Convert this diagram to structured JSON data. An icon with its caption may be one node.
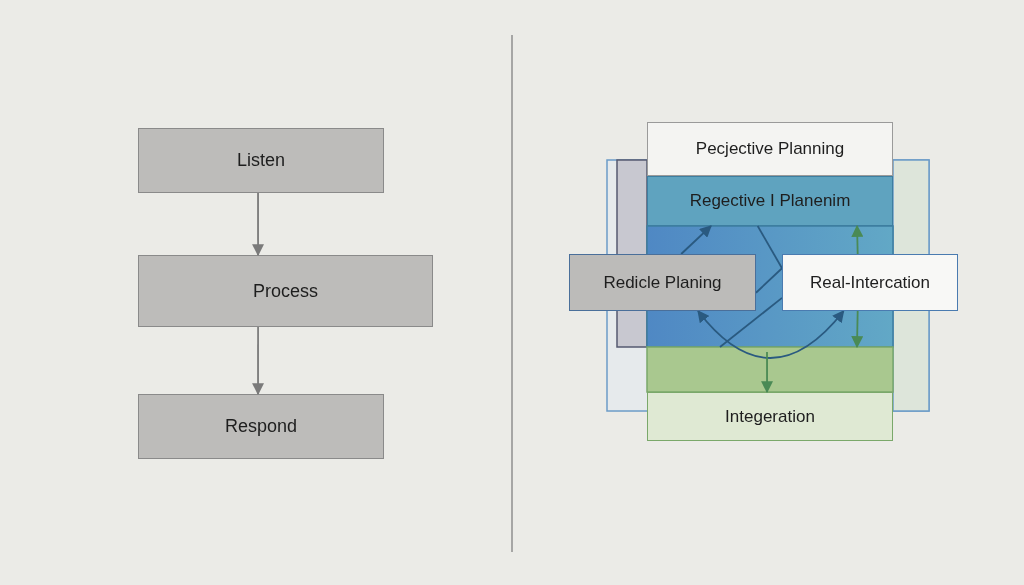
{
  "diagram": {
    "nodes": [
      {
        "text": [
          "Listen"
        ]
      },
      {
        "text": [
          "Process"
        ]
      },
      {
        "text": [
          "Respond"
        ]
      },
      {
        "text": [
          "Pecjective Planning"
        ]
      },
      {
        "text": [
          "Regective I Planenim"
        ]
      },
      {
        "text": [
          "Redicle Planing"
        ]
      },
      {
        "text": [
          "Real-Intercation"
        ]
      },
      {
        "text": [
          "Integeration"
        ]
      }
    ],
    "edges": [
      {
        "from": 0,
        "to": 1,
        "arrow": "to",
        "color": "#7a7a7a"
      },
      {
        "from": 1,
        "to": 2,
        "arrow": "to",
        "color": "#7a7a7a"
      },
      {
        "from": 5,
        "to": 4,
        "arrow": "to"
      },
      {
        "from": 6,
        "to": 4,
        "arrow": "to",
        "color": "#4a8a55"
      },
      {
        "from": 6,
        "to": null,
        "arrow": "to",
        "color": "#4a8a55"
      },
      {
        "from": 5,
        "to": 6,
        "arrow": "both"
      },
      {
        "from": null,
        "to": 7,
        "arrow": "to",
        "color": "#4a8a55"
      },
      {
        "from": 4,
        "to": 6,
        "arrow": "none"
      },
      {
        "from": 5,
        "to": 6,
        "arrow": "none"
      },
      {
        "from": null,
        "to": 6,
        "arrow": "none"
      }
    ]
  }
}
